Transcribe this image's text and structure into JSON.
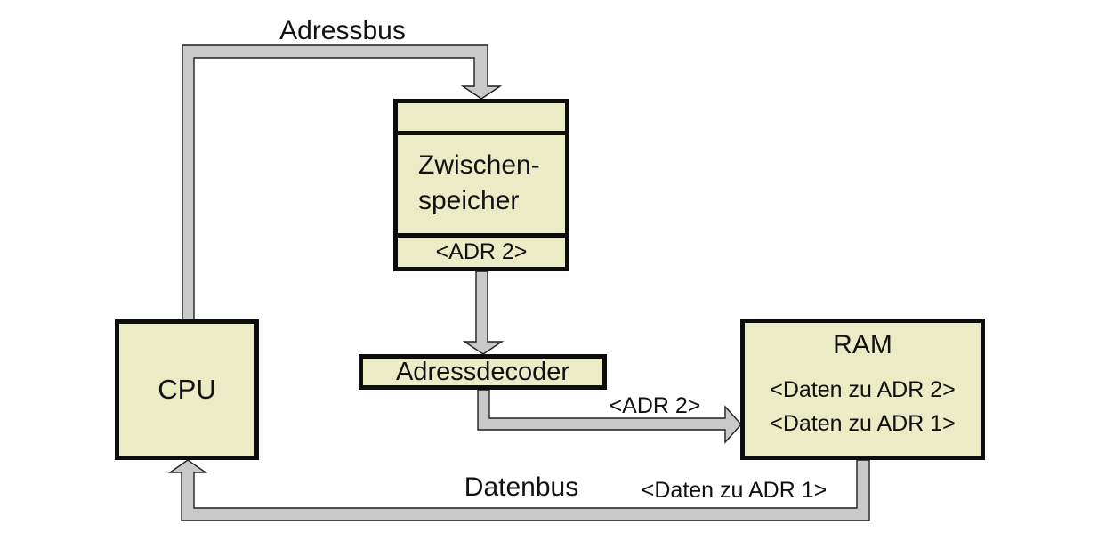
{
  "colors": {
    "box_fill": "#ebecc6",
    "box_border": "#0d0d0d",
    "bus_fill": "#c9c9c9",
    "bus_outline": "#1f1f1f",
    "text_color": "#111111",
    "page_bg": "#ffffff"
  },
  "bus_labels": {
    "adressbus": "Adressbus",
    "datenbus": "Datenbus",
    "adr2_on_bus": "<ADR 2>",
    "daten_zu_adr1_on_bus": "<Daten zu ADR 1>"
  },
  "nodes": {
    "cpu": {
      "title": "CPU"
    },
    "zwischenspeicher": {
      "title_line1": "Zwischen-",
      "title_line2": "speicher",
      "stored_address": "<ADR 2>"
    },
    "adressdecoder": {
      "title": "Adressdecoder"
    },
    "ram": {
      "title": "RAM",
      "row1": "<Daten zu ADR 2>",
      "row2": "<Daten zu ADR 1>"
    }
  }
}
